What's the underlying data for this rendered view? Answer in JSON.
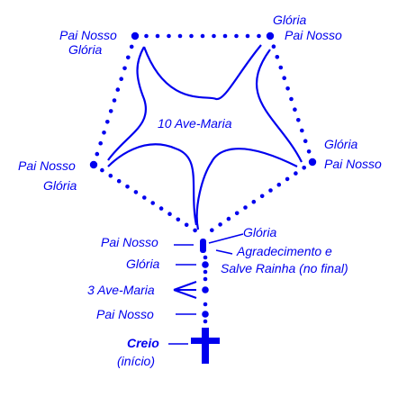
{
  "colors": {
    "primary": "#0000ee",
    "background": "#ffffff"
  },
  "labels": {
    "top_left_1": "Pai Nosso",
    "top_left_2": "Glória",
    "top_right_1": "Glória",
    "top_right_2": "Pai Nosso",
    "right_1": "Glória",
    "right_2": "Pai Nosso",
    "left_1": "Pai Nosso",
    "left_2": "Glória",
    "center": "10 Ave-Maria",
    "junction_gloria": "Glória",
    "thanks_1": "Agradecimento e",
    "thanks_2": "Salve Rainha (no final)",
    "stem_pai_nosso": "Pai Nosso",
    "stem_gloria": "Glória",
    "ave_3": "3 Ave-Maria",
    "stem_pai_nosso_2": "Pai Nosso",
    "creio": "Creio",
    "inicio": "(início)"
  },
  "icons": {
    "cross": "cross-icon"
  }
}
